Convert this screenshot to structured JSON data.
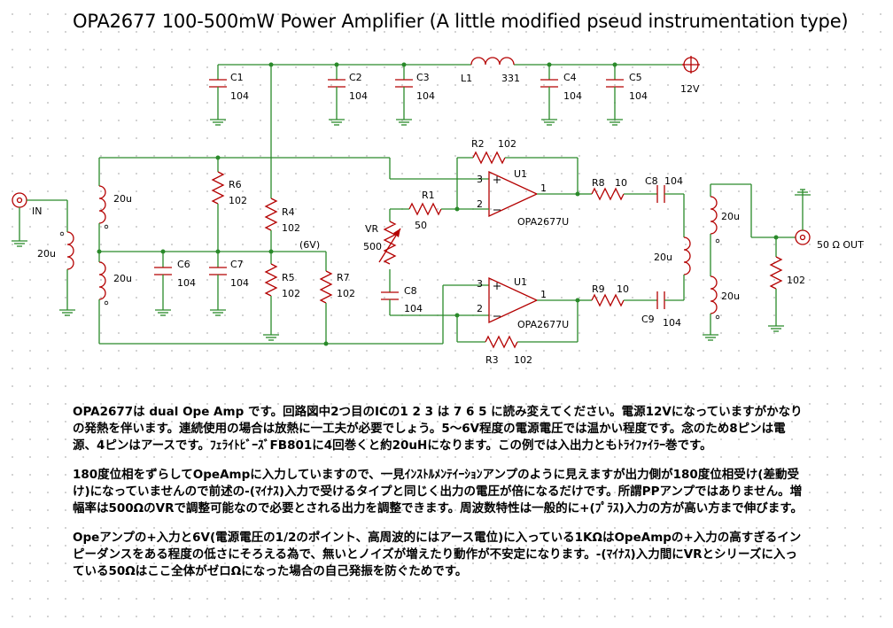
{
  "title": "OPA2677 100-500mW Power Amplifier  (A little modified pseud instrumentation type)",
  "labels": {
    "c1": "C1",
    "c1v": "104",
    "c2": "C2",
    "c2v": "104",
    "c3": "C3",
    "c3v": "104",
    "l1": "L1",
    "l1v": "331",
    "c4": "C4",
    "c4v": "104",
    "c5": "C5",
    "c5v": "104",
    "vsupply": "12V",
    "r2": "R2",
    "r2v": "102",
    "r6": "R6",
    "r6v": "102",
    "r4": "R4",
    "r4v": "102",
    "r5": "R5",
    "r5v": "102",
    "r7": "R7",
    "r7v": "102",
    "r1": "R1",
    "r1v": "50",
    "vr": "VR",
    "vrv": "500",
    "c8l": "C8",
    "c8lv": "104",
    "c6": "C6",
    "c6v": "104",
    "c7": "C7",
    "c7v": "104",
    "u1a": "U1",
    "u1a_part": "OPA2677U",
    "u1b": "U1",
    "u1b_part": "OPA2677U",
    "pin3a": "3",
    "pin2a": "2",
    "pin1a": "1",
    "pin3b": "3",
    "pin2b": "2",
    "pin1b": "1",
    "r8": "R8",
    "r8v": "10",
    "r9": "R9",
    "r9v": "10",
    "c8r": "C8",
    "c8rv": "104",
    "c9": "C9",
    "c9v": "104",
    "r3": "R3",
    "r3v": "102",
    "in": "IN",
    "t1a": "20u",
    "t1b": "20u",
    "t1c": "20u",
    "t2a": "20u",
    "t2b": "20u",
    "t2c": "20u",
    "v6": "(6V)",
    "rout": "102",
    "out": "50 Ω OUT"
  },
  "notes": [
    "OPA2677は dual Ope Amp です。回路図中2つ目のICの1 2 3 は 7 6 5 に読み変えてください。電源12Vになっていますがかなりの発熱を伴います。連続使用の場合は放熱に一工夫が必要でしょう。5〜6V程度の電源電圧では温かい程度です。念のため8ピンは電源、4ピンはアースです。ﾌｪﾗｲﾄﾋﾞｰｽﾞFB801に4回巻くと約20uHになります。この例では入出力ともﾄﾗｲﾌｧｲﾗｰ巻です。",
    "180度位相をずらしてOpeAmpに入力していますので、一見ｲﾝｽﾄﾙﾒﾝﾃｲｰｼｮﾝアンプのように見えますが出力側が180度位相受け(差動受け)になっていませんので前述の-(ﾏｲﾅｽ)入力で受けるタイプと同じく出力の電圧が倍になるだけです。所謂PPアンプではありません。増幅率は500ΩのVRで調整可能なので必要とされる出力を調整できます。周波数特性は一般的に+(ﾌﾟﾗｽ)入力の方が高い方まで伸びます。",
    "Opeアンプの+入力と6V(電源電圧の1/2のポイント、高周波的にはアース電位)に入っている1KΩはOpeAmpの+入力の高すぎるインピーダンスをある程度の低さにそろえる為で、無いとノイズが増えたり動作が不安定になります。-(ﾏｲﾅｽ)入力間にVRとシリーズに入っている50Ωはここ全体がゼロΩになった場合の自己発振を防ぐためです。"
  ]
}
